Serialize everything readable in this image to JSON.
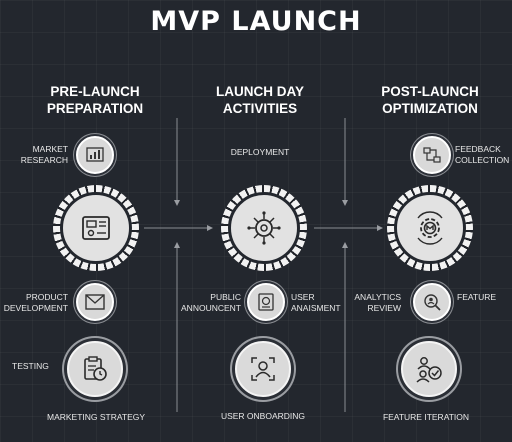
{
  "title": "MVP LAUNCH",
  "columns": [
    {
      "heading": "PRE-LAUNCH PREPARATION",
      "items": {
        "top": "MARKET RESEARCH",
        "middle": "PRODUCT DEVELOPMENT",
        "lower": "TESTING",
        "bottom": "MARKETING STRATEGY"
      }
    },
    {
      "heading": "LAUNCH DAY ACTIVITIES",
      "items": {
        "top": "DEPLOYMENT",
        "middle_left": "PUBLIC ANNOUNCENT",
        "middle_right": "USER ANAISMENT",
        "bottom": "USER ONBOARDING"
      }
    },
    {
      "heading": "POST-LAUNCH OPTIMIZATION",
      "items": {
        "top": "FEEDBACK COLLECTION",
        "middle_left": "ANALYTICS REVIEW",
        "middle_right": "FEATURE",
        "bottom": "FEATURE ITERATION"
      }
    }
  ],
  "icons": {
    "market_research": "bar-chart-icon",
    "hub_pre": "blueprint-icon",
    "product_development": "mail-icon",
    "testing": "clipboard-clock-icon",
    "hub_launch": "gear-network-icon",
    "announcement": "announcement-doc-icon",
    "onboarding": "user-target-icon",
    "feedback": "feedback-flow-icon",
    "hub_post": "gear-cycle-icon",
    "analytics": "magnifier-user-icon",
    "iteration": "users-check-icon"
  },
  "colors": {
    "background": "#23272e",
    "text": "#ffffff",
    "circle_fill": "#dadada",
    "line": "#8a8d92"
  }
}
